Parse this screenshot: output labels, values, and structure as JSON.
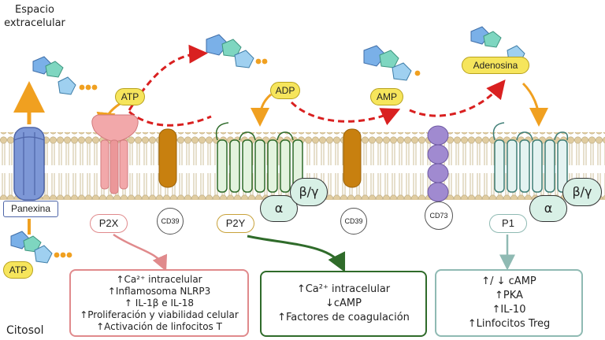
{
  "regions": {
    "extracellular": "Espacio\nextracelular",
    "cytosol": "Citosol"
  },
  "channel": {
    "label": "Panexina"
  },
  "molecules": {
    "atp_in": "ATP",
    "atp_out": "ATP",
    "adp": "ADP",
    "amp": "AMP",
    "adenosine": "Adenosina"
  },
  "receptors": {
    "p2x": "P2X",
    "p2y": "P2Y",
    "p1": "P1"
  },
  "enzymes": {
    "cd39_a": "CD39",
    "cd39_b": "CD39",
    "cd73": "CD73"
  },
  "subunits": {
    "p2y_alpha": "α",
    "p2y_beta_gamma": "β/γ",
    "p1_alpha": "α",
    "p1_beta_gamma": "β/γ"
  },
  "effects": {
    "p2x": [
      "↑Ca²⁺ intracelular",
      "↑Inflamosoma NLRP3",
      "↑ IL-1β e IL-18",
      "↑Proliferación y viabilidad celular",
      "↑Activación de linfocitos T"
    ],
    "p2y": [
      "↑Ca²⁺ intracelular",
      "↓cAMP",
      "↑Factores de coagulación"
    ],
    "p1": [
      "↑/ ↓ cAMP",
      "↑PKA",
      "↑IL-10",
      "↑Linfocitos Treg"
    ]
  },
  "colors": {
    "p2x": "#e08a8c",
    "p2y": "#2f6b2a",
    "p1": "#8fbab3",
    "atp_pill": "#f6e55c",
    "arrow": "#d92020",
    "release": "#f0a020"
  }
}
